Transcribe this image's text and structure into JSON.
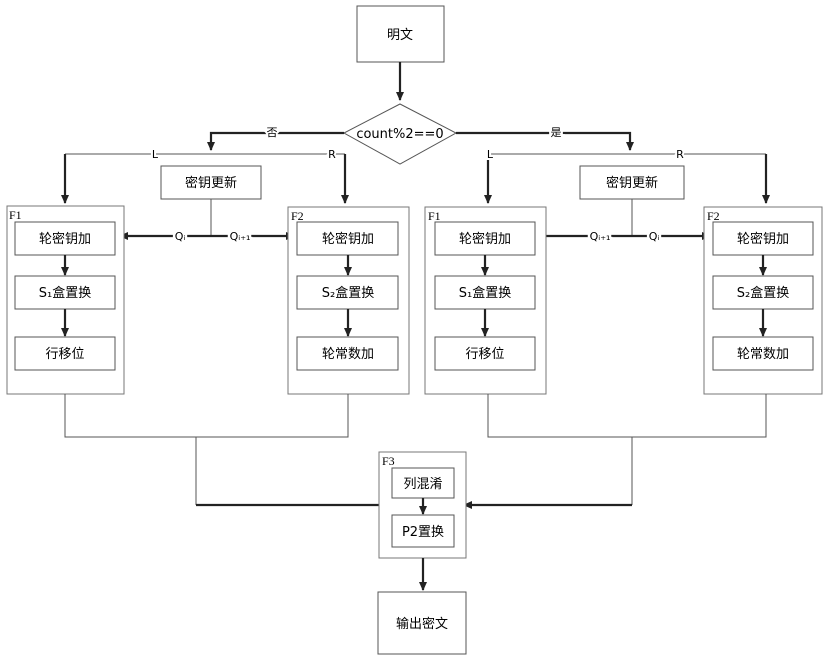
{
  "nodes": {
    "plaintext": "明文",
    "decision": "count%2==0",
    "no_label": "否",
    "yes_label": "是",
    "key_update": "密钥更新",
    "round_key_add": "轮密钥加",
    "s1_box": "S₁盒置换",
    "s2_box": "S₂盒置换",
    "shift_rows": "行移位",
    "round_const_add": "轮常数加",
    "mix_columns": "列混淆",
    "p2_perm": "P2置换",
    "ciphertext": "输出密文"
  },
  "edge_labels": {
    "L": "L",
    "R": "R",
    "qi": "Qᵢ",
    "qi1": "Qᵢ₊₁"
  },
  "panels": {
    "f1": "F1",
    "f2": "F2",
    "f3": "F3"
  }
}
